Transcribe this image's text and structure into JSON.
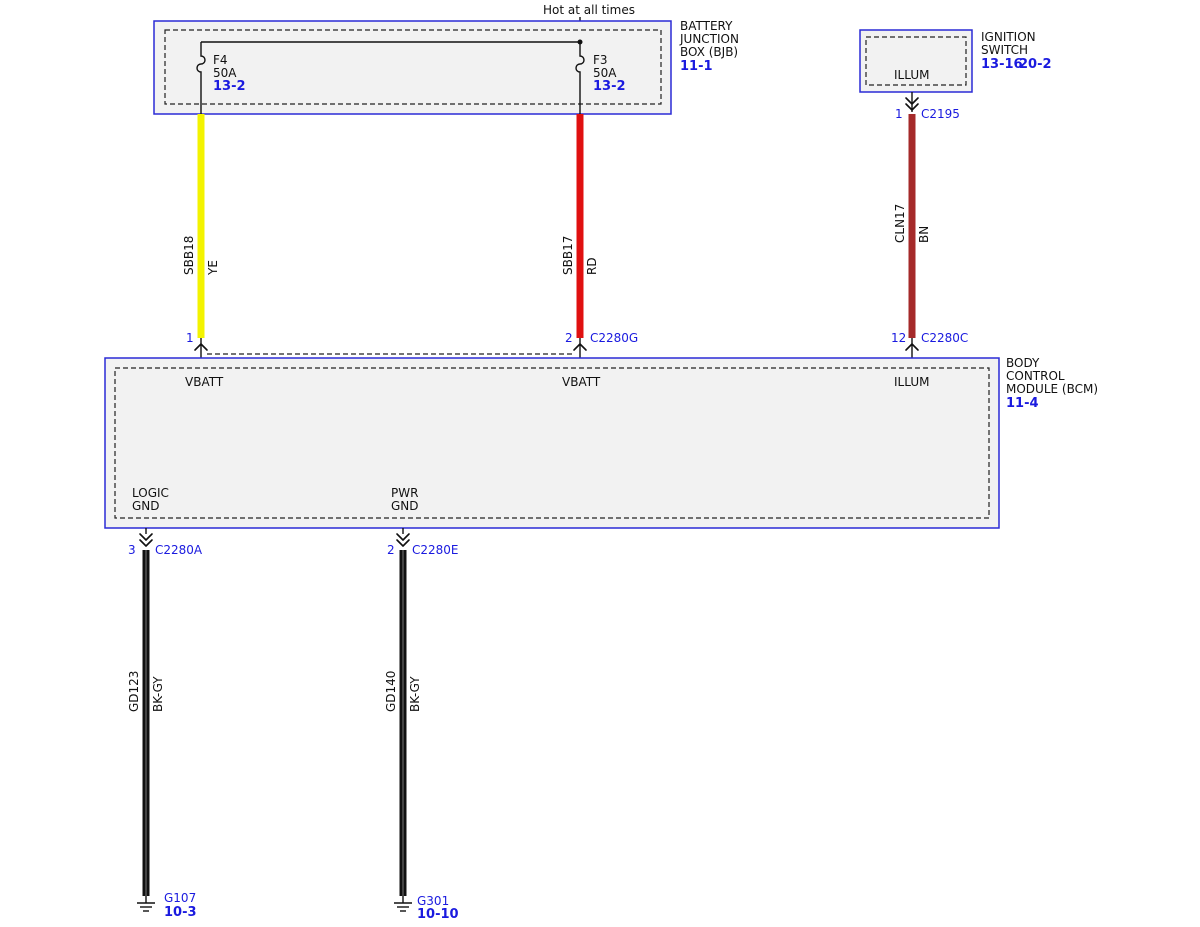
{
  "header": {
    "hot_label": "Hot at all times"
  },
  "colors": {
    "box_border": "#2b2bd6",
    "box_fill": "#f2f2f2",
    "ref_blue": "#1a1adf",
    "wire_yellow": "#f3f300",
    "wire_red": "#e01010",
    "wire_brown": "#a52a2a",
    "wire_black": "#111111"
  },
  "bjb": {
    "name_line1": "BATTERY",
    "name_line2": "JUNCTION",
    "name_line3": "BOX (BJB)",
    "ref": "11-1",
    "fuses": [
      {
        "id": "F4",
        "rating": "50A",
        "ref": "13-2"
      },
      {
        "id": "F3",
        "rating": "50A",
        "ref": "13-2"
      }
    ]
  },
  "ignition": {
    "name_line1": "IGNITION",
    "name_line2": "SWITCH",
    "ref1": "13-16",
    "ref2": "20-2",
    "pin_label": "ILLUM",
    "connector": {
      "pin": "1",
      "name": "C2195"
    }
  },
  "bcm": {
    "name_line1": "BODY",
    "name_line2": "CONTROL",
    "name_line3": "MODULE (BCM)",
    "ref": "11-4",
    "pins": {
      "vbatt1": "VBATT",
      "vbatt2": "VBATT",
      "illum": "ILLUM",
      "logic_gnd_line1": "LOGIC",
      "logic_gnd_line2": "GND",
      "pwr_gnd_line1": "PWR",
      "pwr_gnd_line2": "GND"
    },
    "connectors": {
      "c1": {
        "pin": "1",
        "name": ""
      },
      "c2": {
        "pin": "2",
        "name": "C2280G"
      },
      "c3": {
        "pin": "12",
        "name": "C2280C"
      },
      "c4": {
        "pin": "3",
        "name": "C2280A"
      },
      "c5": {
        "pin": "2",
        "name": "C2280E"
      }
    }
  },
  "wires": [
    {
      "circuit": "SBB18",
      "color": "YE"
    },
    {
      "circuit": "SBB17",
      "color": "RD"
    },
    {
      "circuit": "CLN17",
      "color": "BN"
    },
    {
      "circuit": "GD123",
      "color": "BK-GY"
    },
    {
      "circuit": "GD140",
      "color": "BK-GY"
    }
  ],
  "grounds": [
    {
      "name": "G107",
      "ref": "10-3"
    },
    {
      "name": "G301",
      "ref": "10-10"
    }
  ]
}
